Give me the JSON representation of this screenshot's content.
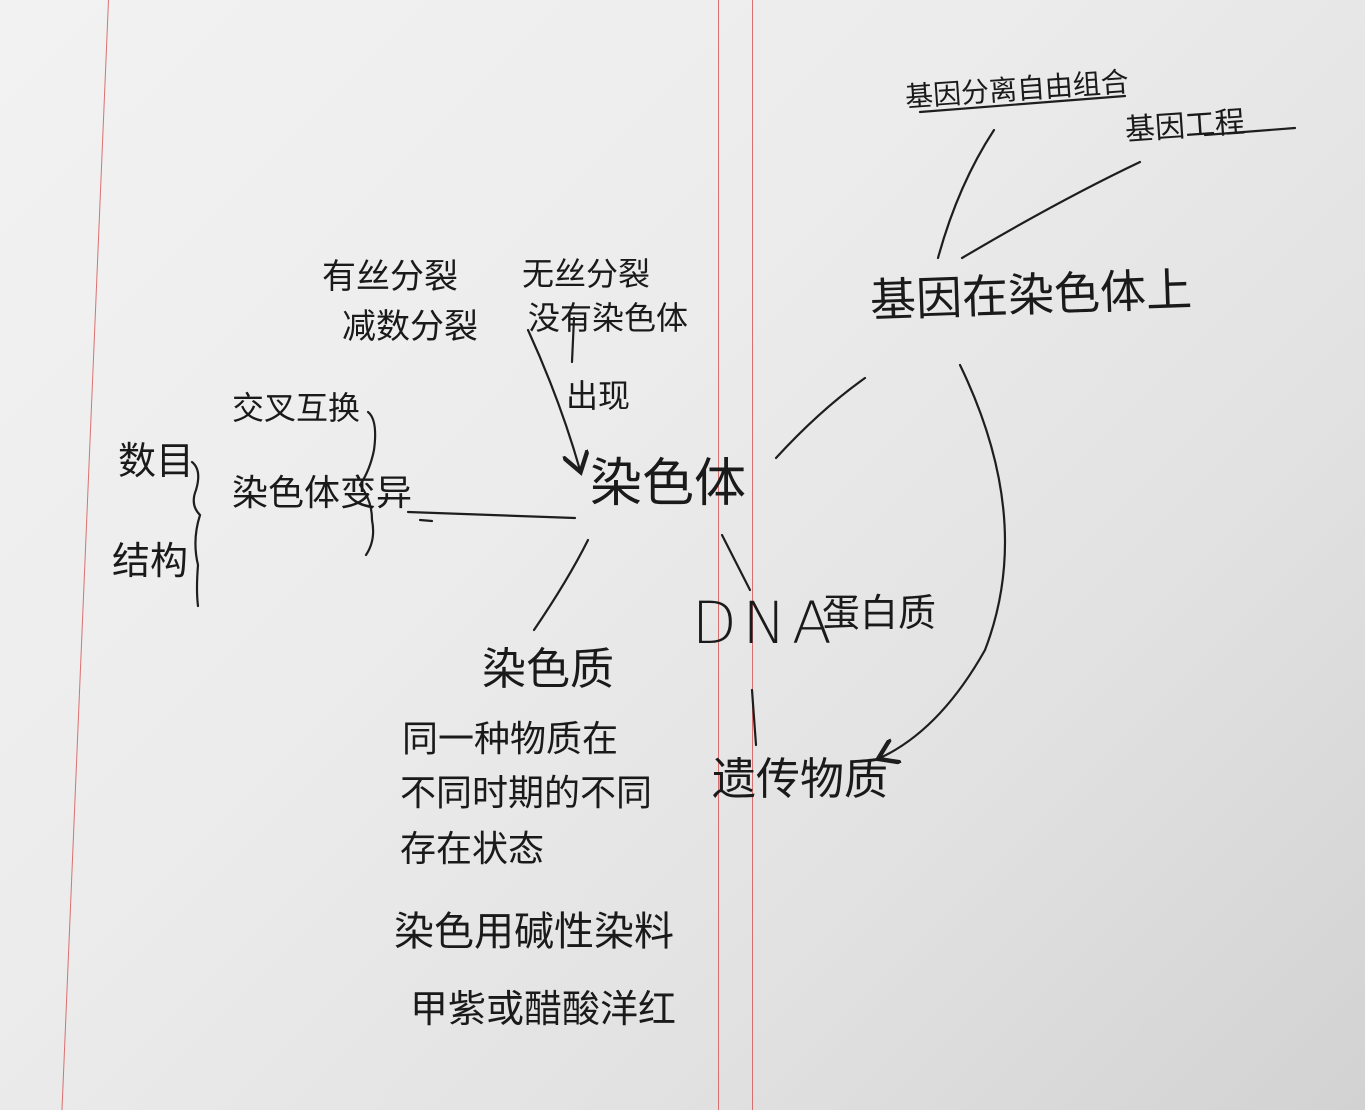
{
  "nodes": {
    "chromosome": "染色体",
    "genes_on_chromosome": "基因在染色体上",
    "gene_theory_1": "基因分离自由组合",
    "gene_theory_2": "基因工程",
    "dna": "DNA",
    "protein": "蛋白质",
    "genetic_material": "遗传物质",
    "meiosis_1": "有丝分裂",
    "meiosis_2": "减数分裂",
    "amitosis_1": "无丝分裂",
    "amitosis_2": "没有染色体",
    "formation": "出现",
    "cross_1": "交叉互换",
    "cross_2": "染色体变异",
    "struct_1": "数目",
    "struct_2": "结构",
    "chromatin": "染色质",
    "fact_1": "同一种物质在",
    "fact_2": "不同时期的不同",
    "fact_3": "存在状态",
    "fact_4": "染色用碱性染料",
    "fact_5": "甲紫或醋酸洋红"
  }
}
